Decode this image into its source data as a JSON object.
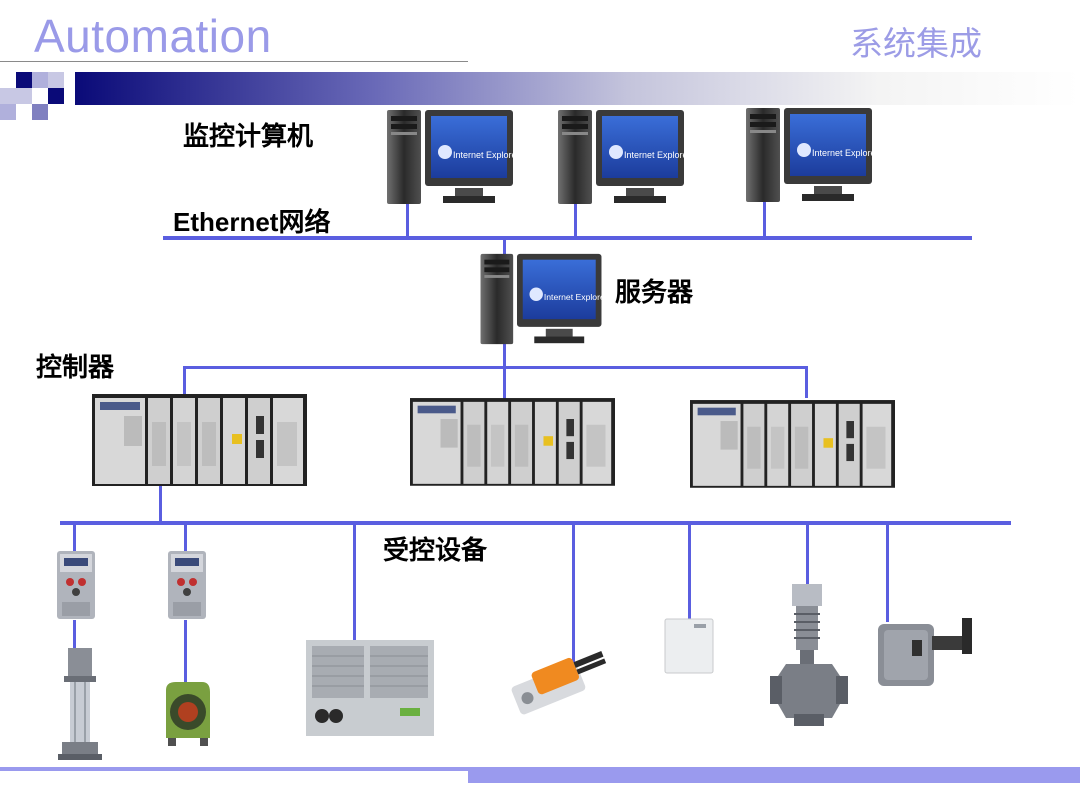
{
  "header": {
    "title": "Automation",
    "subtitle": "系统集成"
  },
  "labels": {
    "monitoring_computers": "监控计算机",
    "ethernet_network": "Ethernet网络",
    "server": "服务器",
    "controllers": "控制器",
    "controlled_devices": "受控设备"
  },
  "monitor_screen_text": "Internet Explorer",
  "colors": {
    "title": "#9a9ae8",
    "network_line": "#5a5ee0",
    "header_band_dark": "#0a0a78",
    "bottom_bar": "#9a9aee"
  },
  "icons": {
    "computer": "desktop-computer-icon",
    "plc": "plc-rack-icon",
    "inverter": "frequency-inverter-icon",
    "pump": "vertical-pump-icon",
    "fan": "centrifugal-fan-icon",
    "chiller": "air-cooled-chiller-icon",
    "actuator": "damper-actuator-icon",
    "sensor": "room-sensor-icon",
    "valve": "motorized-valve-icon",
    "damper_sensor": "duct-sensor-icon"
  }
}
